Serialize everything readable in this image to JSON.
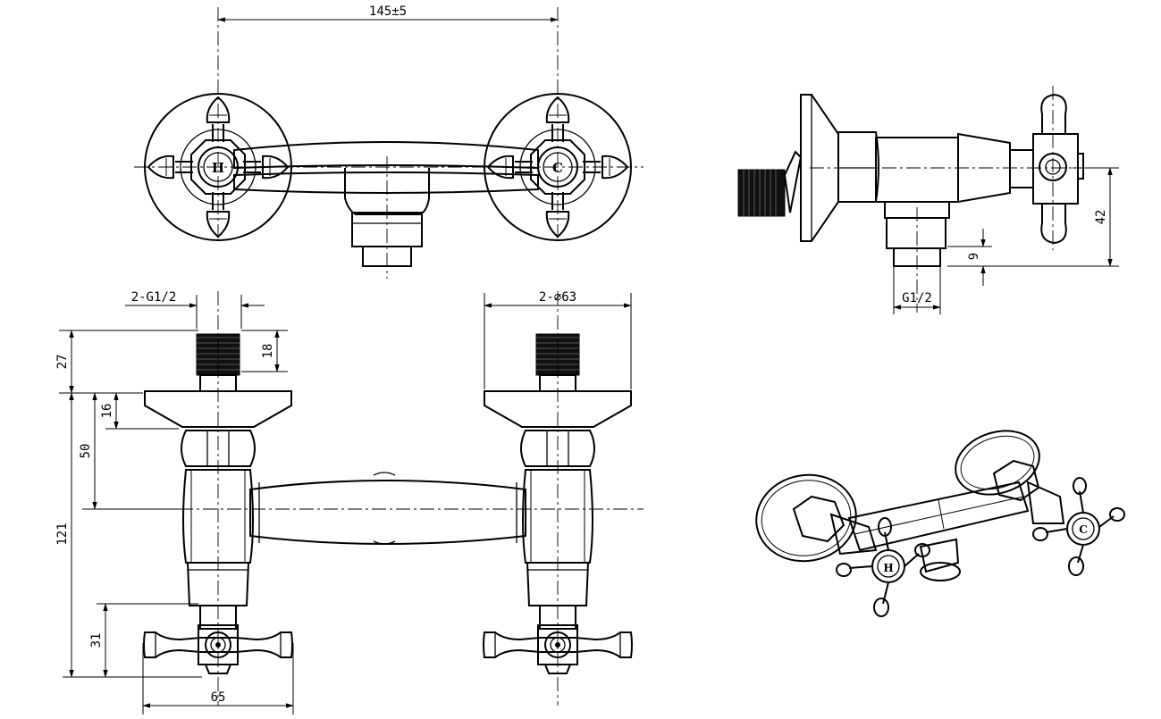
{
  "dimensions": {
    "width_between_centers": "145±5",
    "inlet_thread_count": "2-G1/2",
    "flange_diameter": "2-∅63",
    "thread_length": "18",
    "inlet_extension": "27",
    "flange_thickness": "16",
    "to_body_axis": "50",
    "overall_height": "121",
    "handle_height": "31",
    "handle_width": "65",
    "outlet_thread": "G1/2",
    "outlet_length": "9",
    "axis_to_outlet": "42"
  },
  "handle_marks": {
    "hot": "H",
    "cold": "C"
  }
}
